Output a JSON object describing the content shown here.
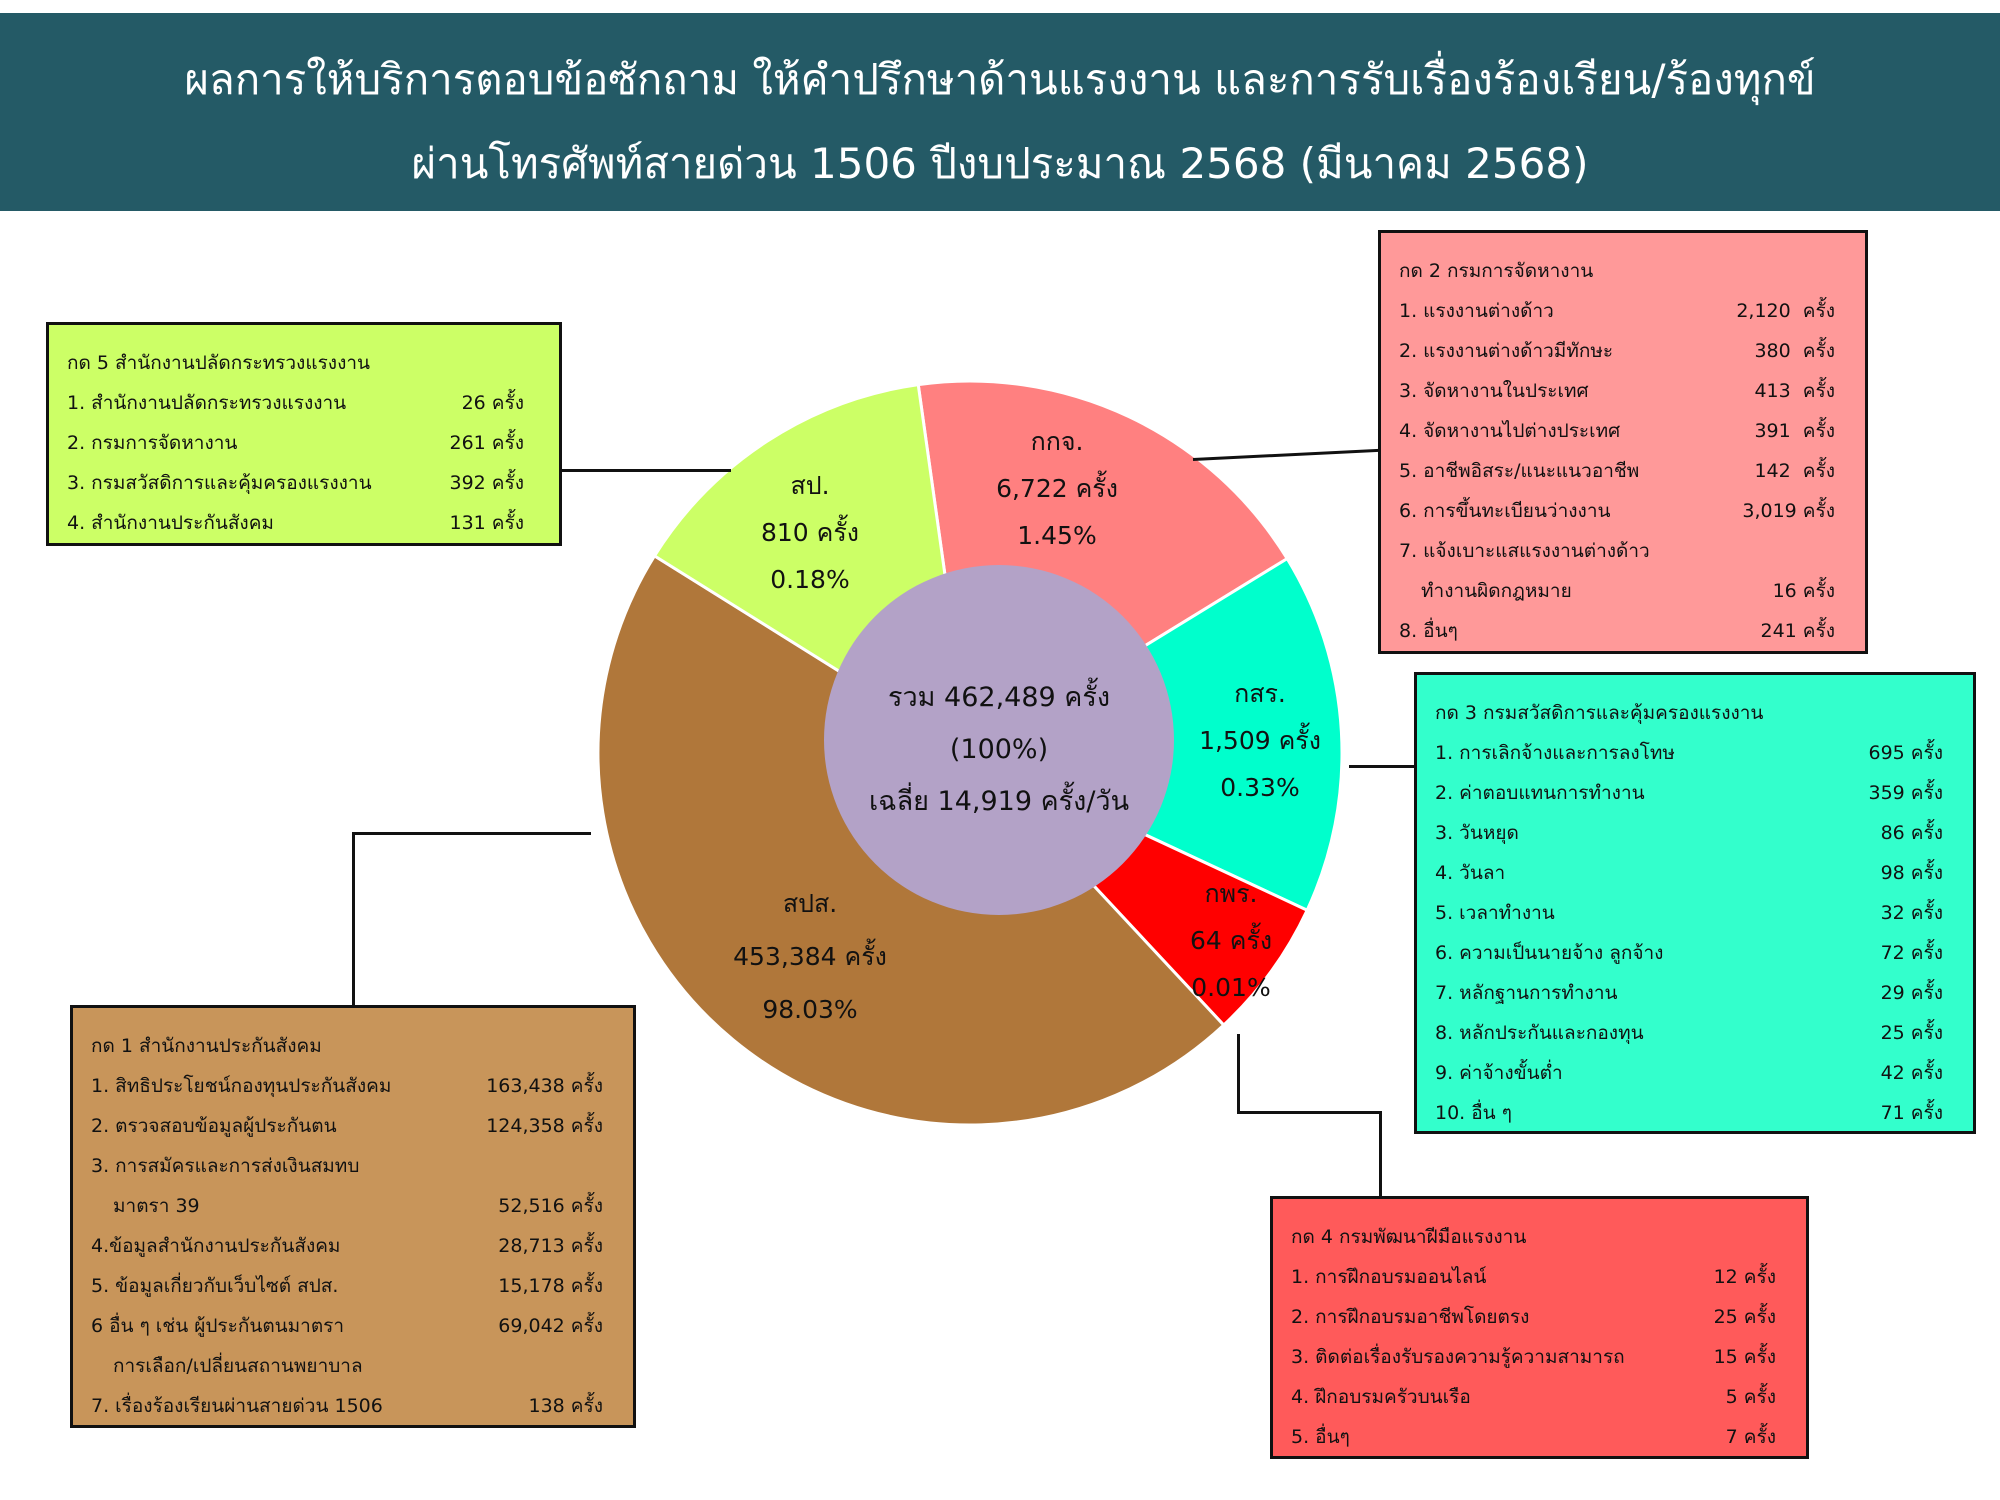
{
  "header": {
    "line1": "ผลการให้บริการตอบข้อซักถาม ให้คำปรึกษาด้านแรงงาน และการรับเรื่องร้องเรียน/ร้องทุกข์",
    "line2": "ผ่านโทรศัพท์สายด่วน 1506 ปีงบประมาณ 2568 (มีนาคม 2568)"
  },
  "center": {
    "total": "รวม 462,489 ครั้ง",
    "pct": "(100%)",
    "avg": "เฉลี่ย 14,919 ครั้ง/วัน"
  },
  "slices": [
    {
      "name": "สป.",
      "count": "810 ครั้ง",
      "pct": "0.18%",
      "color": "#ccff66"
    },
    {
      "name": "กกจ.",
      "count": "6,722 ครั้ง",
      "pct": "1.45%",
      "color": "#ff8080"
    },
    {
      "name": "กสร.",
      "count": "1,509 ครั้ง",
      "pct": "0.33%",
      "color": "#00ffcc"
    },
    {
      "name": "กพร.",
      "count": "64 ครั้ง",
      "pct": "0.01%",
      "color": "#ff0000"
    },
    {
      "name": "สปส.",
      "count": "453,384 ครั้ง",
      "pct": "98.03%",
      "color": "#b0773a"
    }
  ],
  "chart_data": {
    "type": "pie",
    "categories": [
      "สป.",
      "กกจ.",
      "กสร.",
      "กพร.",
      "สปส."
    ],
    "values": [
      810,
      6722,
      1509,
      64,
      453384
    ],
    "percents": [
      0.18,
      1.45,
      0.33,
      0.01,
      98.03
    ],
    "total": 462489
  },
  "box5": {
    "title": "กด 5 สำนักงานปลัดกระทรวงแรงงาน",
    "rows": [
      {
        "label": "1. สำนักงานปลัดกระทรวงแรงงาน",
        "value": "26 ครั้ง"
      },
      {
        "label": "2. กรมการจัดหางาน",
        "value": "261 ครั้ง"
      },
      {
        "label": "3. กรมสวัสดิการและคุ้มครองแรงงาน",
        "value": "392 ครั้ง"
      },
      {
        "label": "4. สำนักงานประกันสังคม",
        "value": "131 ครั้ง"
      }
    ]
  },
  "box2": {
    "title": "กด 2 กรมการจัดหางาน",
    "rows": [
      {
        "label": "1. แรงงานต่างด้าว",
        "value": "2,120  ครั้ง"
      },
      {
        "label": "2. แรงงานต่างด้าวมีทักษะ",
        "value": "380  ครั้ง"
      },
      {
        "label": "3. จัดหางานในประเทศ",
        "value": "413  ครั้ง"
      },
      {
        "label": "4. จัดหางานไปต่างประเทศ",
        "value": "391  ครั้ง"
      },
      {
        "label": "5. อาชีพอิสระ/แนะแนวอาชีพ",
        "value": "142  ครั้ง"
      },
      {
        "label": "6. การขึ้นทะเบียนว่างงาน",
        "value": "3,019 ครั้ง"
      },
      {
        "label": "7. แจ้งเบาะแสแรงงานต่างด้าว",
        "value": ""
      },
      {
        "label": "ทำงานผิดกฎหมาย",
        "value": "16 ครั้ง"
      },
      {
        "label": "8. อื่นๆ",
        "value": "241 ครั้ง"
      }
    ]
  },
  "box3": {
    "title": "กด 3 กรมสวัสดิการและคุ้มครองแรงงาน",
    "rows": [
      {
        "label": "1. การเลิกจ้างและการลงโทษ",
        "value": "695 ครั้ง"
      },
      {
        "label": "2. ค่าตอบแทนการทำงาน",
        "value": "359 ครั้ง"
      },
      {
        "label": "3. วันหยุด",
        "value": "86 ครั้ง"
      },
      {
        "label": "4. วันลา",
        "value": "98 ครั้ง"
      },
      {
        "label": "5. เวลาทำงาน",
        "value": "32 ครั้ง"
      },
      {
        "label": "6. ความเป็นนายจ้าง ลูกจ้าง",
        "value": "72 ครั้ง"
      },
      {
        "label": "7. หลักฐานการทำงาน",
        "value": "29 ครั้ง"
      },
      {
        "label": "8. หลักประกันและกองทุน",
        "value": "25 ครั้ง"
      },
      {
        "label": "9. ค่าจ้างขั้นต่ำ",
        "value": "42 ครั้ง"
      },
      {
        "label": "10. อื่น ๆ",
        "value": "71 ครั้ง"
      }
    ]
  },
  "box4": {
    "title": "กด 4 กรมพัฒนาฝีมือแรงงาน",
    "rows": [
      {
        "label": "1. การฝึกอบรมออนไลน์",
        "value": "12 ครั้ง"
      },
      {
        "label": "2. การฝึกอบรมอาชีพโดยตรง",
        "value": "25 ครั้ง"
      },
      {
        "label": "3. ติดต่อเรื่องรับรองความรู้ความสามารถ",
        "value": "15 ครั้ง"
      },
      {
        "label": "4. ฝึกอบรมครัวบนเรือ",
        "value": "5 ครั้ง"
      },
      {
        "label": "5. อื่นๆ",
        "value": "7 ครั้ง"
      }
    ]
  },
  "box1": {
    "title": "กด 1 สำนักงานประกันสังคม",
    "rows": [
      {
        "label": "1. สิทธิประโยชน์กองทุนประกันสังคม",
        "value": "163,438 ครั้ง"
      },
      {
        "label": "2. ตรวจสอบข้อมูลผู้ประกันตน",
        "value": "124,358 ครั้ง"
      },
      {
        "label": "3. การสมัครและการส่งเงินสมทบ",
        "value": ""
      },
      {
        "label": "มาตรา 39",
        "value": "52,516 ครั้ง"
      },
      {
        "label": "4.ข้อมูลสำนักงานประกันสังคม",
        "value": "28,713 ครั้ง"
      },
      {
        "label": "5. ข้อมูลเกี่ยวกับเว็บไซต์ สปส.",
        "value": "15,178 ครั้ง"
      },
      {
        "label": "6 อื่น ๆ เช่น ผู้ประกันตนมาตรา",
        "value": "69,042 ครั้ง"
      },
      {
        "label": "การเลือก/เปลี่ยนสถานพยาบาล",
        "value": ""
      },
      {
        "label": "7. เรื่องร้องเรียนผ่านสายด่วน 1506",
        "value": "138 ครั้ง"
      }
    ]
  }
}
